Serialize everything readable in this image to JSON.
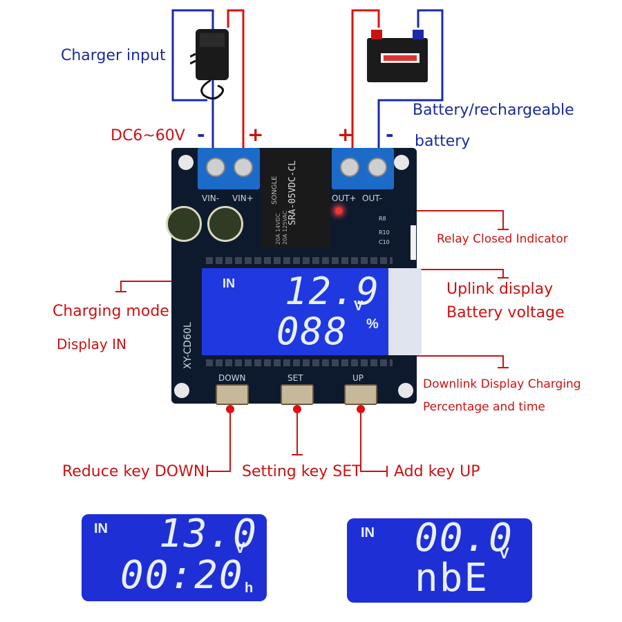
{
  "labels": {
    "charger_input": "Charger input",
    "battery_line1": "Battery/rechargeable",
    "battery_line2": "battery",
    "dc_range": "DC6~60V",
    "minus_left": "-",
    "plus_left": "+",
    "plus_right": "+",
    "minus_right": "-",
    "relay_indicator": "Relay Closed Indicator",
    "uplink_line1": "Uplink display",
    "uplink_line2": "Battery voltage",
    "charging_mode": "Charging mode",
    "display_in": "Display IN",
    "downlink_line1": "Downlink Display Charging",
    "downlink_line2": "Percentage and time",
    "reduce_key": "Reduce key DOWN",
    "setting_key": "Setting key SET",
    "add_key": "Add key UP"
  },
  "board": {
    "model": "XY-CD60L",
    "relay_model": "SRA-05VDC-CL",
    "relay_brand": "SONGLE",
    "relay_rating1": "20A 14VDC",
    "relay_rating2": "20A 125VAC",
    "terminal_vin_minus": "VIN-",
    "terminal_vin_plus": "VIN+",
    "terminal_out_plus": "OUT+",
    "terminal_out_minus": "OUT-",
    "btn_down": "DOWN",
    "btn_set": "SET",
    "btn_up": "UP",
    "r8": "R8",
    "r10": "R10",
    "c10": "C10"
  },
  "main_lcd": {
    "mode": "IN",
    "top_value": "12.9",
    "top_unit": "V",
    "bottom_value": "088",
    "bottom_unit": "%"
  },
  "lcd_left": {
    "mode": "IN",
    "top_value": "13.0",
    "top_unit": "V",
    "bottom_value": "00:20",
    "bottom_unit": "h"
  },
  "lcd_right": {
    "mode": "IN",
    "top_value": "00.0",
    "top_unit": "V",
    "bottom_value": "nbE"
  },
  "colors": {
    "wire_red": "#dd1111",
    "wire_blue": "#1a2aa8",
    "lcd_blue": "#1f2fd6",
    "pcb": "#0d1a2e"
  }
}
